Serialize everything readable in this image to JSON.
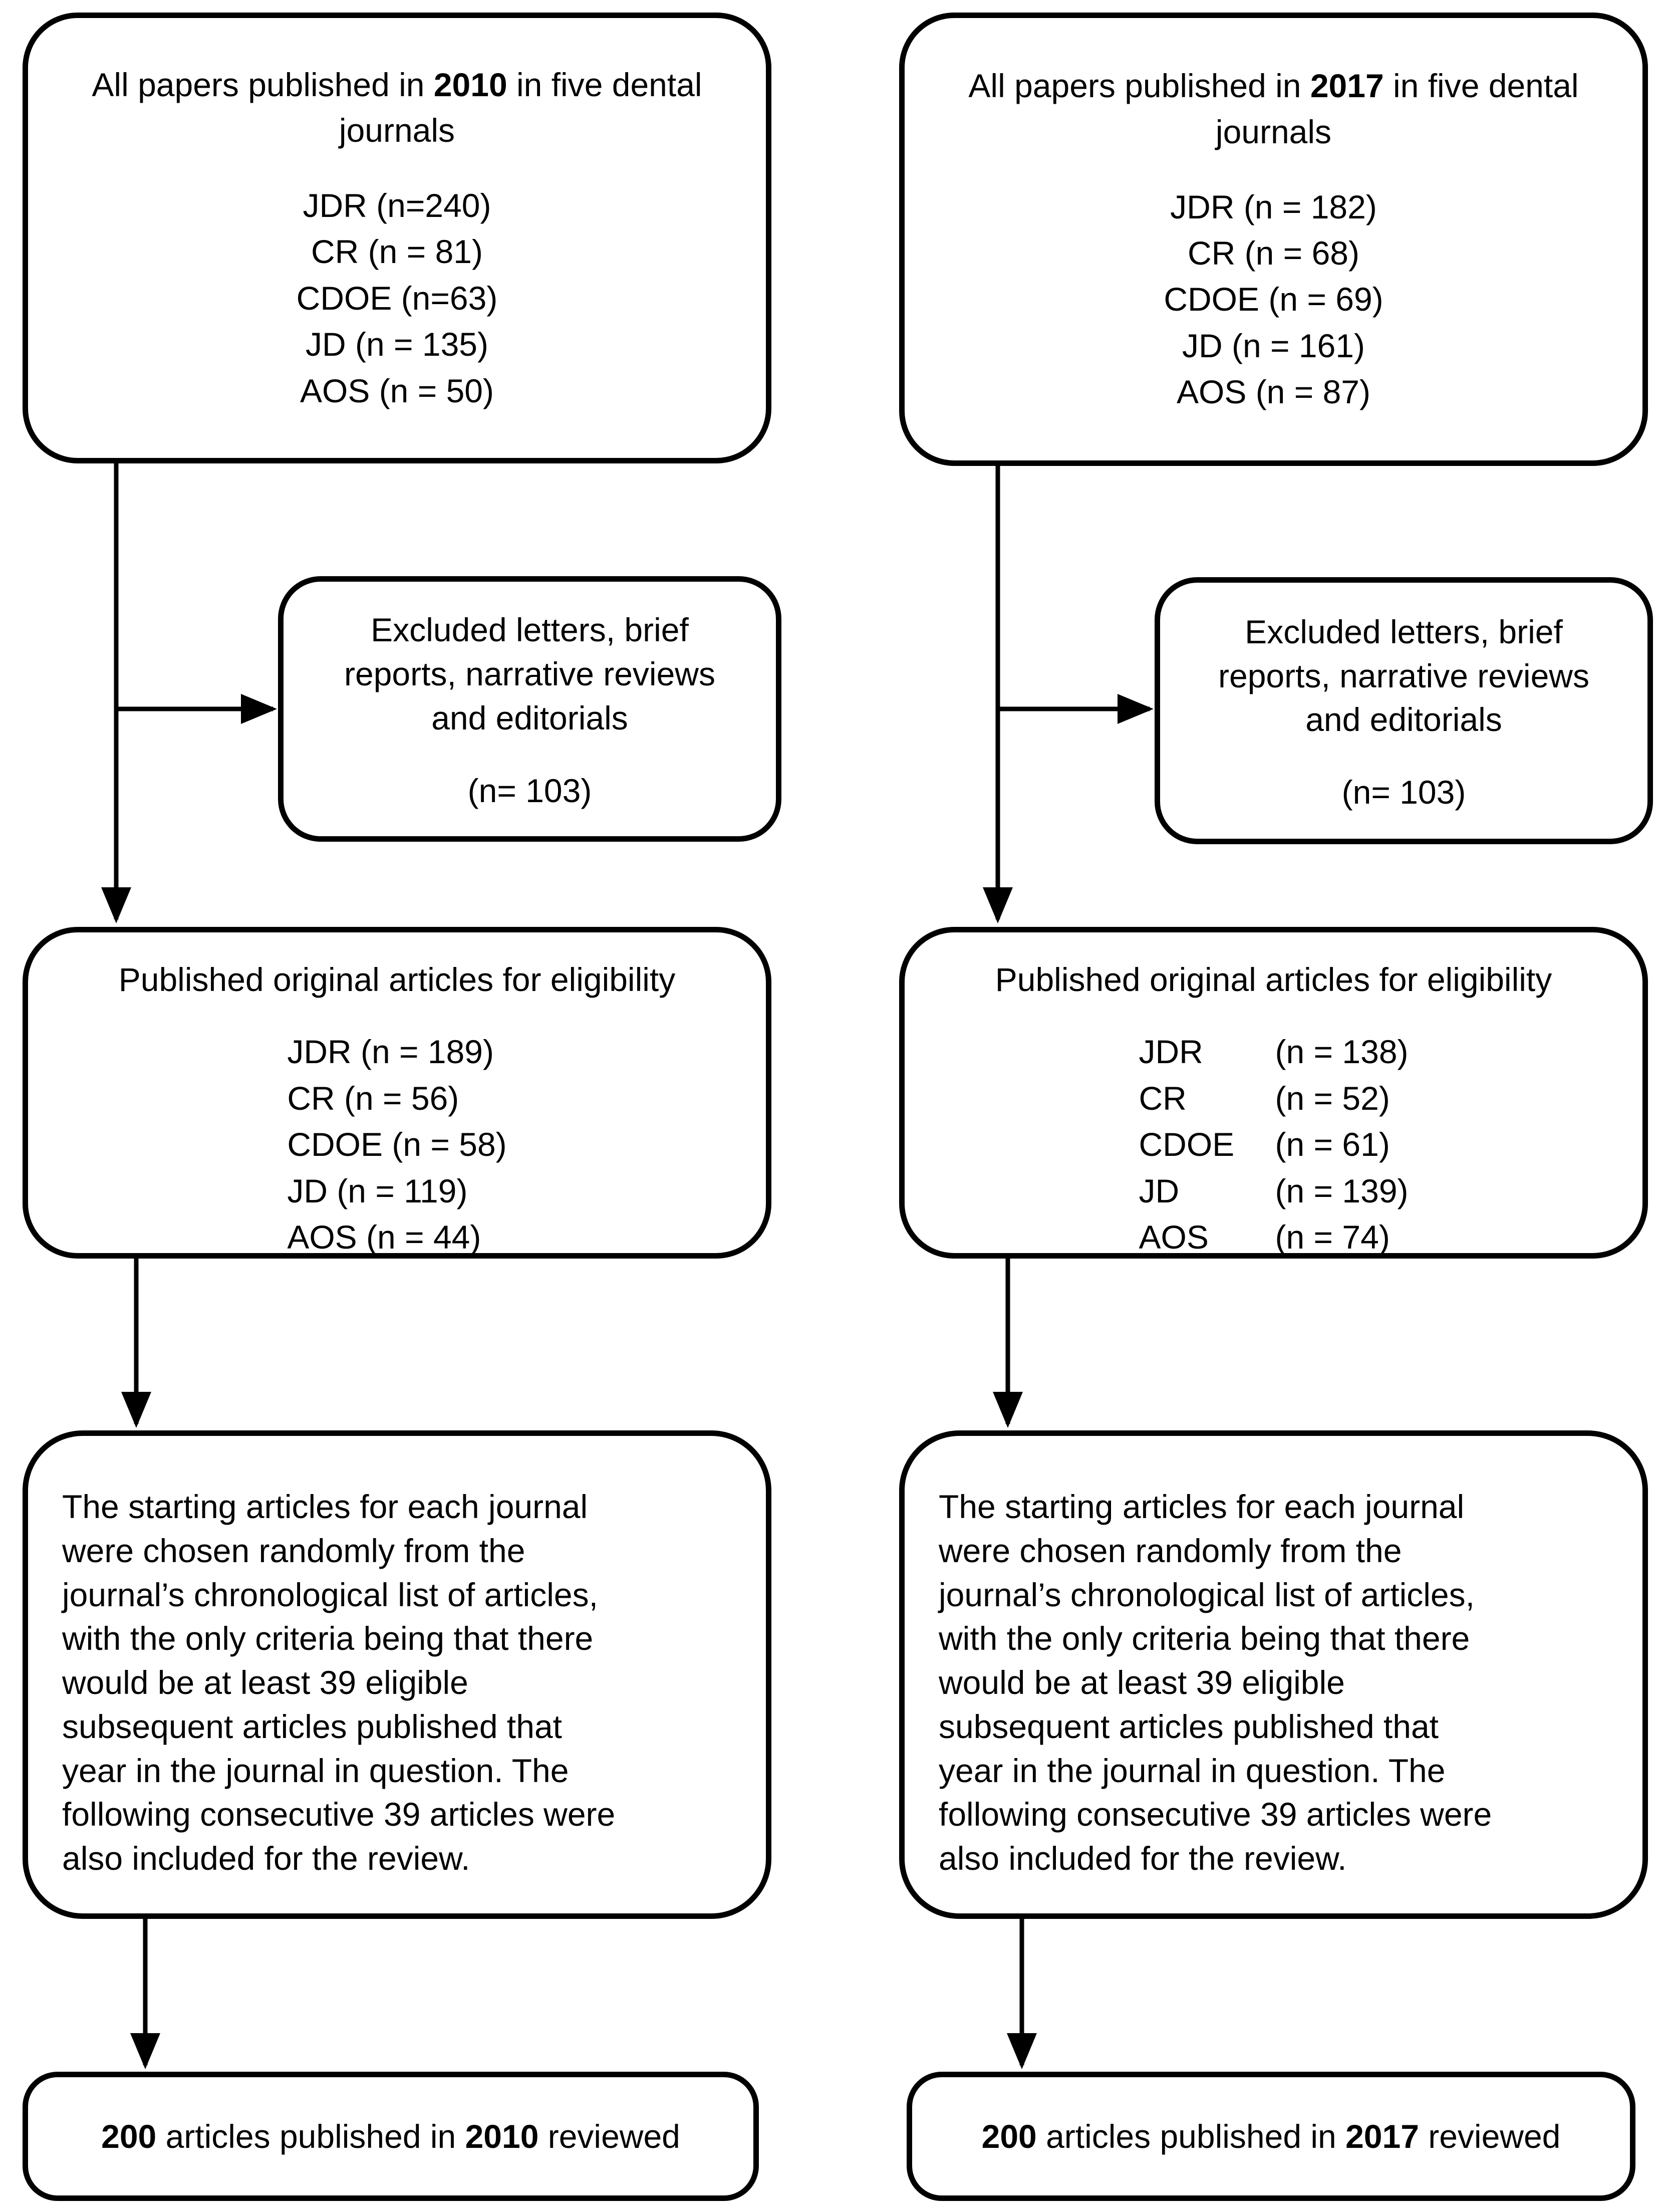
{
  "page": {
    "background_color": "#ffffff",
    "line_color": "#000000"
  },
  "columns": [
    {
      "year": "2010",
      "top_box": {
        "title_pre": "All papers published in ",
        "title_year": "2010",
        "title_post": " in five dental journals",
        "entries": [
          "JDR (n=240)",
          "CR (n = 81)",
          "CDOE (n=63)",
          "JD (n = 135)",
          "AOS (n = 50)"
        ]
      },
      "excluded_box": {
        "text": "Excluded letters, brief\nreports, narrative reviews\nand editorials",
        "count": "(n= 103)"
      },
      "eligibility_box": {
        "title": "Published original articles for eligibility",
        "entries": [
          "JDR (n = 189)",
          "CR (n = 56)",
          "CDOE (n = 58)",
          "JD (n = 119)",
          "AOS (n = 44)"
        ]
      },
      "method_box": {
        "text": "The starting articles for each journal\nwere chosen randomly from the\njournal’s chronological list of articles,\nwith the only criteria being that there\nwould be at least 39 eligible\nsubsequent articles published that\nyear in the journal in question. The\nfollowing consecutive 39 articles were\nalso included for the review."
      },
      "result_box": {
        "count": "200",
        "mid": " articles published in ",
        "year": "2010",
        "post": " reviewed"
      }
    },
    {
      "year": "2017",
      "top_box": {
        "title_pre": "All papers published in ",
        "title_year": "2017",
        "title_post": " in five dental journals",
        "entries": [
          "JDR (n = 182)",
          "CR (n = 68)",
          "CDOE (n = 69)",
          "JD (n = 161)",
          "AOS (n = 87)"
        ]
      },
      "excluded_box": {
        "text": "Excluded letters, brief\nreports, narrative reviews\nand editorials",
        "count": "(n= 103)"
      },
      "eligibility_box": {
        "title": "Published original articles for eligibility",
        "entries": [
          {
            "name": "JDR",
            "n": "(n = 138)"
          },
          {
            "name": "CR",
            "n": "(n = 52)"
          },
          {
            "name": "CDOE",
            "n": "(n = 61)"
          },
          {
            "name": "JD",
            "n": "(n = 139)"
          },
          {
            "name": "AOS",
            "n": "(n = 74)"
          }
        ]
      },
      "method_box": {
        "text": "The starting articles for each journal\nwere chosen randomly from the\njournal’s chronological list of articles,\nwith the only criteria being that there\nwould be at least 39 eligible\nsubsequent articles published that\nyear in the journal in question. The\nfollowing consecutive 39 articles were\nalso included for the review."
      },
      "result_box": {
        "count": "200",
        "mid": " articles published in ",
        "year": "2017",
        "post": " reviewed"
      }
    }
  ]
}
